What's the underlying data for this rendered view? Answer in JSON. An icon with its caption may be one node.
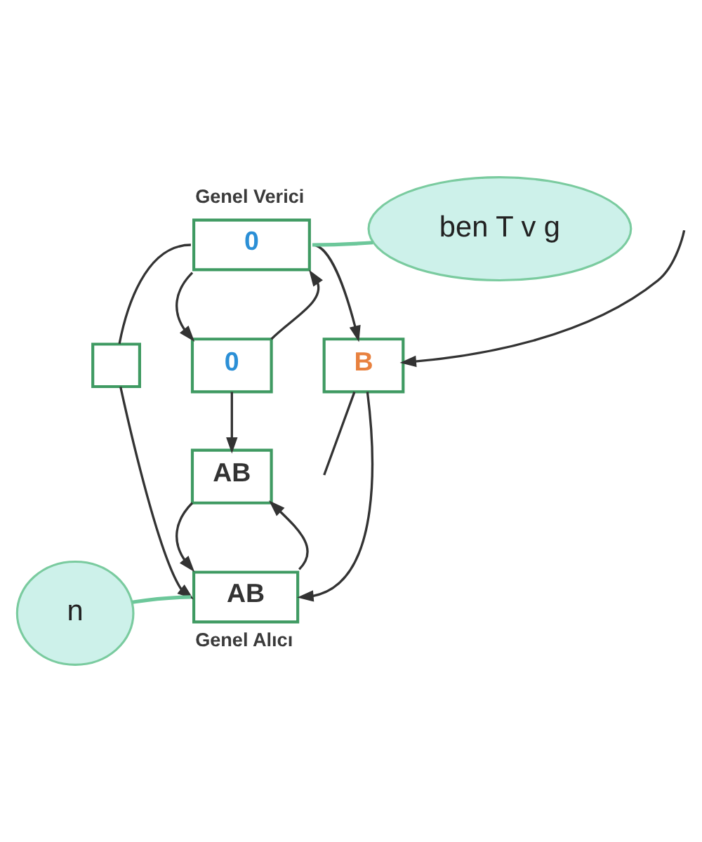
{
  "diagram": {
    "nodes": [
      {
        "text": [
          "0"
        ],
        "beside": [
          "Genel Verici"
        ]
      },
      {
        "text": [
          "ben T v g"
        ]
      },
      {
        "text": [
          "0"
        ]
      },
      {
        "text": [],
        "shape": "box"
      },
      {
        "text": [
          "B"
        ]
      },
      {
        "text": [
          "AB"
        ]
      },
      {
        "text": [
          "n"
        ]
      },
      {
        "text": [
          "AB"
        ],
        "beside": [
          "Genel Alıcı"
        ]
      }
    ],
    "edges": [
      {
        "from": 0,
        "to": 2,
        "arrow": "to"
      },
      {
        "from": 2,
        "to": 0,
        "arrow": "to"
      },
      {
        "from": 0,
        "to": 3,
        "arrow": "none"
      },
      {
        "from": 0,
        "to": 4,
        "arrow": "to"
      },
      {
        "from": 2,
        "to": 5,
        "arrow": "to"
      },
      {
        "from": 5,
        "to": 7,
        "arrow": "to"
      },
      {
        "from": 7,
        "to": 5,
        "arrow": "to"
      },
      {
        "from": 3,
        "to": 7,
        "arrow": "to"
      },
      {
        "from": 4,
        "to": 7,
        "arrow": "to"
      },
      {
        "from": null,
        "to": 4,
        "arrow": "to"
      },
      {
        "from": 4,
        "to": null,
        "arrow": "none"
      },
      {
        "from": 1,
        "to": 0,
        "arrow": "none",
        "color": "#6cc79a"
      },
      {
        "from": 6,
        "to": 7,
        "arrow": "none",
        "color": "#6cc79a"
      }
    ]
  }
}
